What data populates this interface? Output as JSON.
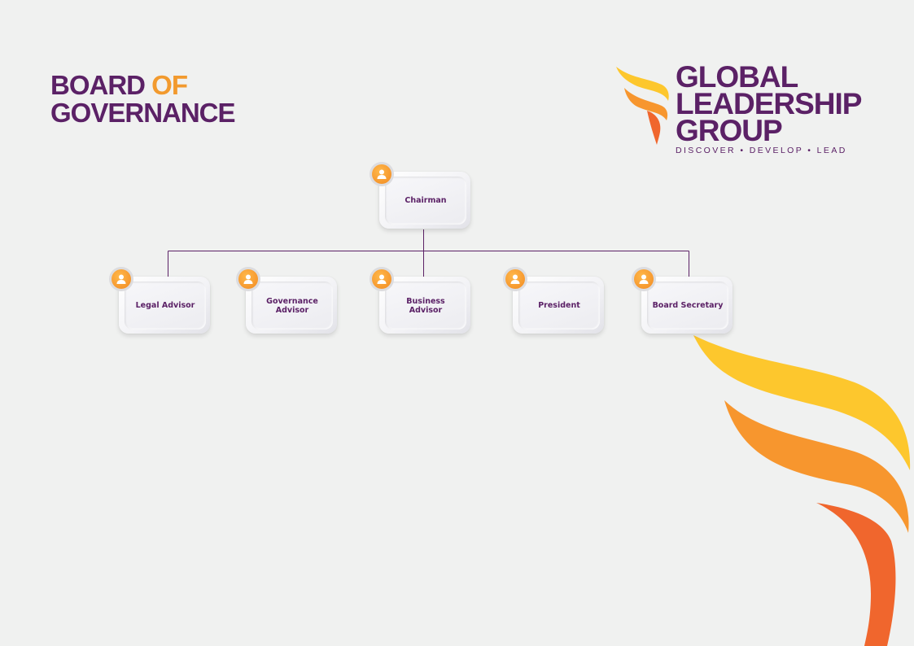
{
  "header": {
    "title_line1": "BOARD",
    "title_of": "OF",
    "title_line2": "GOVERNANCE"
  },
  "logo": {
    "line1": "GLOBAL",
    "line2": "LEADERSHIP",
    "line3": "GROUP",
    "tagline": "DISCOVER • DEVELOP • LEAD"
  },
  "org": {
    "root": {
      "label": "Chairman",
      "icon": "person-icon"
    },
    "children": [
      {
        "label": "Legal Advisor",
        "icon": "person-icon"
      },
      {
        "label": "Governance\nAdvisor",
        "icon": "person-icon"
      },
      {
        "label": "Business\nAdvisor",
        "icon": "person-icon"
      },
      {
        "label": "President",
        "icon": "person-icon"
      },
      {
        "label": "Board Secretary",
        "icon": "person-icon"
      }
    ]
  },
  "colors": {
    "brand_purple": "#5b2166",
    "accent_orange": "#f29a2e",
    "flame_yellow": "#fdc72d",
    "flame_orange": "#f7962e",
    "flame_red": "#f0662d"
  }
}
